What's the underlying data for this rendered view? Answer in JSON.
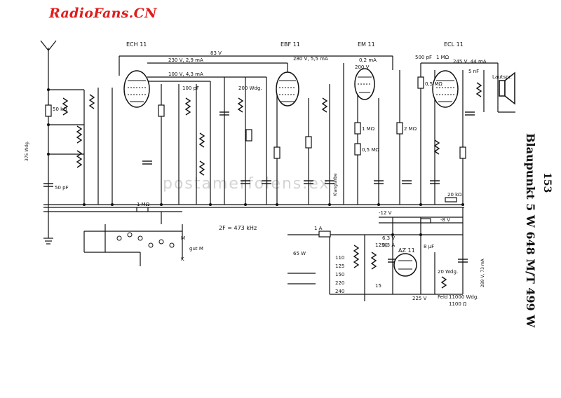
{
  "site_brand": "RadioFans.CN",
  "watermark": "postamerfolens.ex",
  "title": "Blaupunkt 5 W 648 M/T 499 W",
  "page_number": "153",
  "tubes": [
    {
      "label": "ECH 11"
    },
    {
      "label": "EBF 11"
    },
    {
      "label": "EM 11"
    },
    {
      "label": "ECL 11"
    },
    {
      "label": "AZ 11"
    }
  ],
  "labels": {
    "supply_83v": "83 V",
    "supply_230v": "230 V, 2,9 mA",
    "supply_100v": "100 V, 4,3 mA",
    "supply_280v": "280 V, 5,5 mA",
    "em_02ma": "0,2 mA",
    "em_200v": "200 V",
    "ecl_500pf": "500 pF",
    "ecl_1mohm": "1 MΩ",
    "ecl_245v": "245 V, 44 mA",
    "ecl_5nf": "5 nF",
    "if_freq": "2F = 473 kHz",
    "gerat_m": "M",
    "gerat_txt": "gut M",
    "gerat_k": "K",
    "fuse_1a": "1 A",
    "mains_65w": "65 W",
    "tap_110": "110",
    "tap_125": "125",
    "tap_150": "150",
    "tap_220": "220",
    "tap_240": "240",
    "tr_1250": "1250",
    "tr_15": "15",
    "tr_225v": "225 V",
    "lamp_63v": "6,3 V",
    "lamp_03a": "0,3 A",
    "filter_20": "20 Wdg.",
    "field": "Feld",
    "field_wdg": "11000 Wdg.",
    "field_ohm": "1100 Ω",
    "neg_12v": "-12 V",
    "neg_8v": "-8 V",
    "r_20k": "20 kΩ",
    "speaker": "Lautspr.",
    "ant_label": "375 Wdg.",
    "r_50k": "50 kΩ",
    "c_50pf": "50 pF",
    "r_1m_bus": "1 MΩ",
    "tone_label": "Klangfarbe",
    "em_1m": "1 MΩ",
    "em_05m": "0,5 MΩ",
    "ecl_2m": "2 MΩ",
    "ecl_05m": "0,5 MΩ",
    "osc_100pf": "100 pF",
    "bf_200wdg": "200 Wdg.",
    "cap_8uf": "8 µF",
    "ecl_289v": "289 V, 73 mA"
  }
}
